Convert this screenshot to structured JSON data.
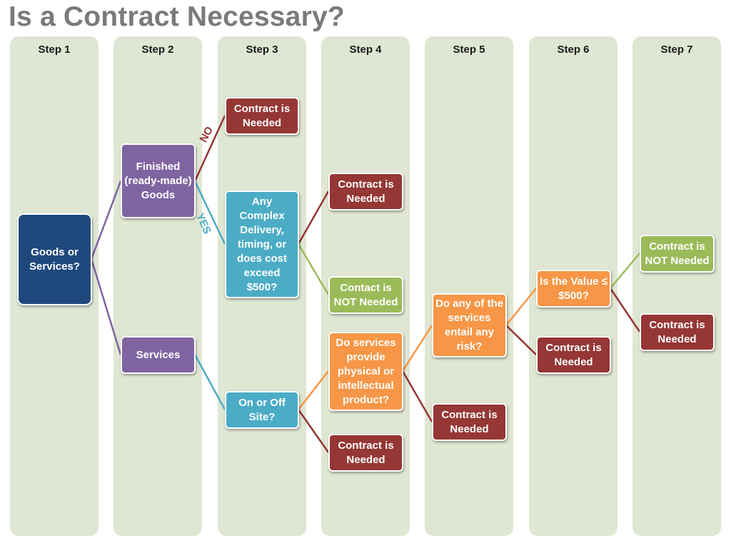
{
  "title": "Is a Contract Necessary?",
  "steps": [
    "Step 1",
    "Step 2",
    "Step 3",
    "Step 4",
    "Step 5",
    "Step 6",
    "Step 7"
  ],
  "colors": {
    "navy": "#1f497d",
    "purple": "#8064a2",
    "teal": "#4bacc6",
    "red": "#953735",
    "green": "#9bbb59",
    "orange": "#f79646",
    "column_bg": "#dfe6d3",
    "title": "#7a7a7a"
  },
  "nodes": {
    "goods_or_services": "Goods or Services?",
    "finished_goods": "Finished (ready-made) Goods",
    "services": "Services",
    "contract_needed_s3": "Contract is Needed",
    "complex_delivery": "Any Complex Delivery, timing, or does  cost exceed $500?",
    "on_off_site": "On or Off Site?",
    "contract_needed_s4a": "Contract is Needed",
    "contact_not_needed_s4": "Contact is NOT Needed",
    "services_product": "Do services provide physical or intellectual product?",
    "contract_needed_s4b": "Contract is Needed",
    "services_risk": "Do any of the services entail any risk?",
    "contract_needed_s5": "Contract is Needed",
    "value_500": "Is the Value ≤ $500?",
    "contract_needed_s6": "Contract is Needed",
    "contract_not_needed_s7": "Contract is NOT Needed",
    "contract_needed_s7": "Contract is Needed"
  },
  "edge_labels": {
    "no": "NO",
    "yes": "YES"
  }
}
